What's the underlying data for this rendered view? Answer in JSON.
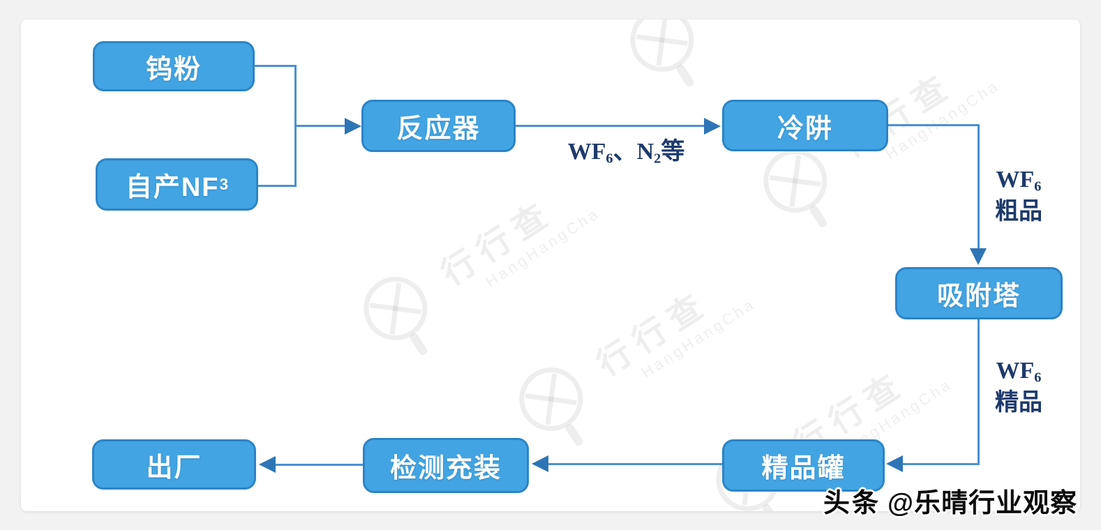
{
  "diagram_type": "process-flowchart",
  "flow": {
    "tungsten_powder": "钨粉",
    "self_produced_nf": "自产NF",
    "self_produced_nf_sub": "3",
    "reactor": "反应器",
    "cold_trap": "冷阱",
    "adsorption_tower": "吸附塔",
    "fine_product_tank": "精品罐",
    "testing_filling": "检测充装",
    "shipment": "出厂"
  },
  "edge_labels": {
    "wf": "WF",
    "wf_sub": "6",
    "n_mid": "、N",
    "n_sub": "2",
    "n_suffix": "等",
    "crude": "粗品",
    "fine": "精品"
  },
  "edges": [
    {
      "from": "钨粉",
      "to": "反应器"
    },
    {
      "from": "自产NF3",
      "to": "反应器"
    },
    {
      "from": "反应器",
      "to": "冷阱",
      "label": "WF6、N2等"
    },
    {
      "from": "冷阱",
      "to": "吸附塔",
      "label": "WF6粗品"
    },
    {
      "from": "吸附塔",
      "to": "精品罐",
      "label": "WF6精品"
    },
    {
      "from": "精品罐",
      "to": "检测充装"
    },
    {
      "from": "检测充装",
      "to": "出厂"
    }
  ],
  "watermark": {
    "cn": "行行查",
    "en": "HangHangCha"
  },
  "credit": {
    "brand": "头条",
    "handle": "@乐晴行业观察"
  },
  "colors": {
    "node_fill": "#42a4e2",
    "node_border": "#2b84c7",
    "connector": "#4a90d2",
    "arrowhead": "#2e75b6",
    "edge_label_text": "#1e3a6c",
    "page_background": "#f2f2f3",
    "card_background": "#ffffff"
  }
}
